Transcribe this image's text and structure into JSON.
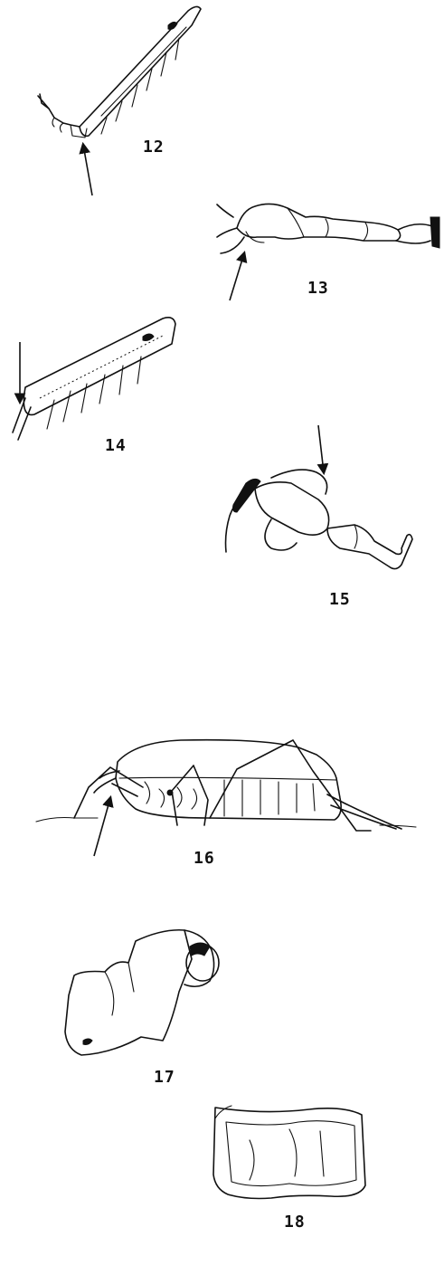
{
  "figures": [
    {
      "id": "fig12",
      "label": "12",
      "subject": "hind tibia with tarsus, arrow at tibio-tarsal joint"
    },
    {
      "id": "fig13",
      "label": "13",
      "subject": "tarsus detail, arrow at basal segment"
    },
    {
      "id": "fig14",
      "label": "14",
      "subject": "spined tibia, arrow at apical spur"
    },
    {
      "id": "fig15",
      "label": "15",
      "subject": "tarsal segments with pad, arrow at lobe"
    },
    {
      "id": "fig16",
      "label": "16",
      "subject": "whole insect in lateral view, arrow at foreleg"
    },
    {
      "id": "fig17",
      "label": "17",
      "subject": "tegmen / pronotum detail"
    },
    {
      "id": "fig18",
      "label": "18",
      "subject": "pronotal lobe outline"
    }
  ]
}
